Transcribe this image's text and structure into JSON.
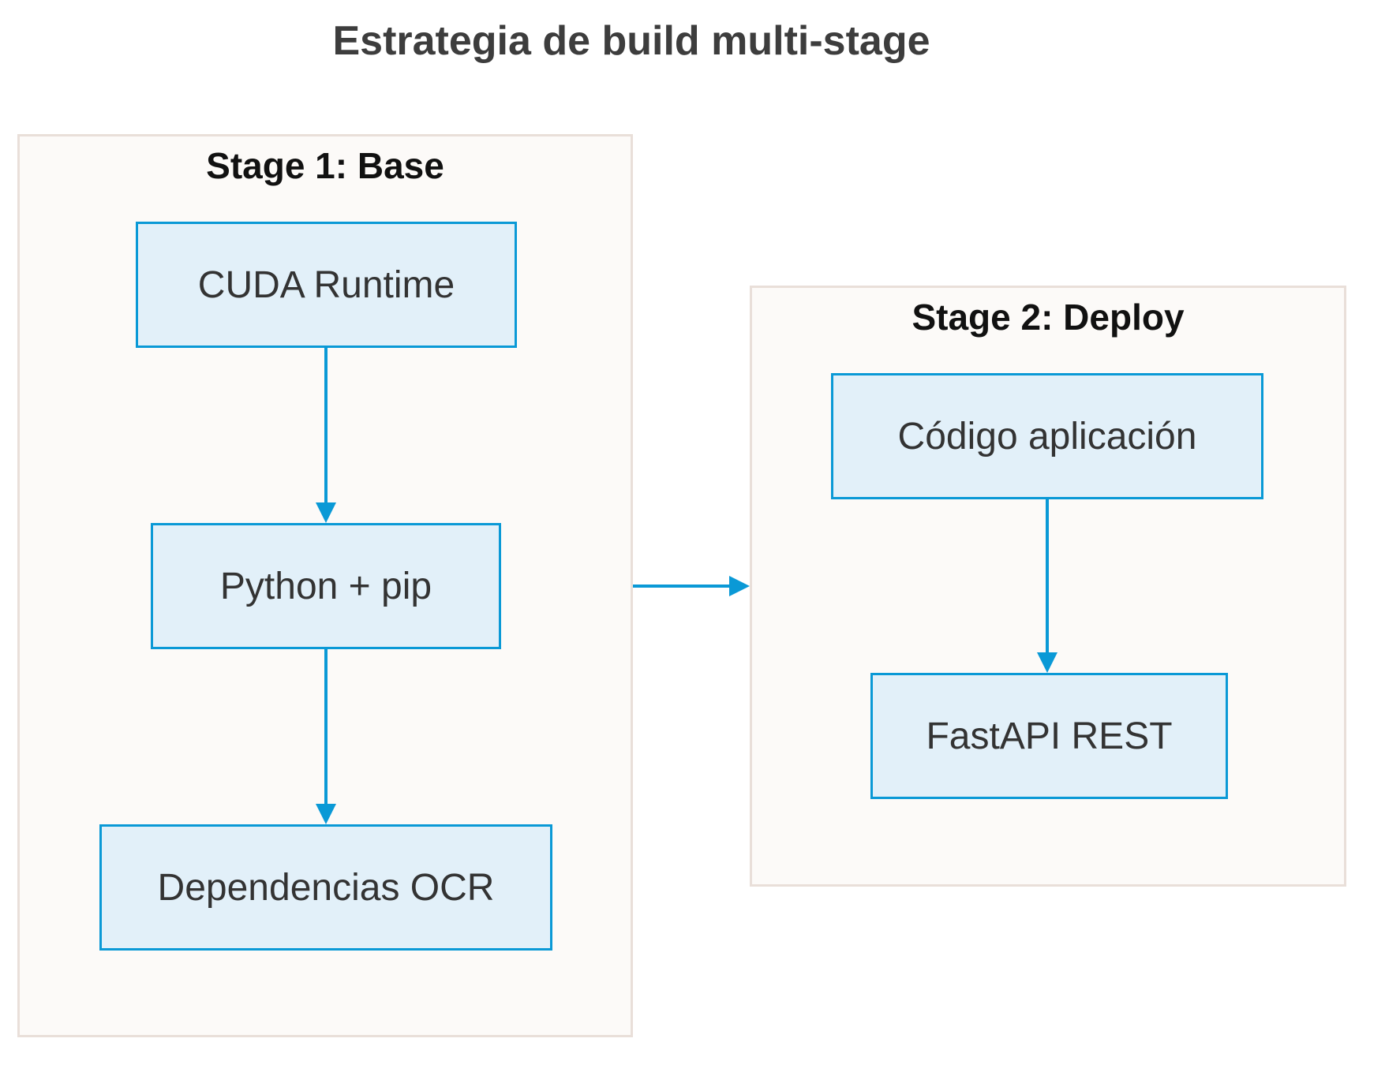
{
  "diagram": {
    "type": "flowchart",
    "title": "Estrategia de build multi-stage",
    "stages": [
      {
        "label": "Stage 1: Base",
        "nodes": [
          {
            "label": "CUDA Runtime"
          },
          {
            "label": "Python + pip"
          },
          {
            "label": "Dependencias OCR"
          }
        ]
      },
      {
        "label": "Stage 2: Deploy",
        "nodes": [
          {
            "label": "Código aplicación"
          },
          {
            "label": "FastAPI REST"
          }
        ]
      }
    ],
    "edges": [
      {
        "from": "CUDA Runtime",
        "to": "Python + pip"
      },
      {
        "from": "Python + pip",
        "to": "Dependencias OCR"
      },
      {
        "from": "Código aplicación",
        "to": "FastAPI REST"
      },
      {
        "from": "Stage 1: Base",
        "to": "Stage 2: Deploy"
      }
    ],
    "colors": {
      "node_fill": "#e2f0f9",
      "node_border": "#0a99d6",
      "arrow": "#0a99d6",
      "subgraph_fill": "#fcfaf8",
      "subgraph_border": "#e9dfd9",
      "node_text": "#333333",
      "label_text": "#111111",
      "title_text": "#3d3d3d"
    }
  }
}
